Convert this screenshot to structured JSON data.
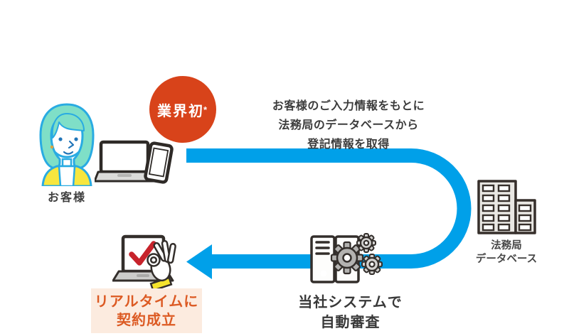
{
  "badge": {
    "label": "業界初",
    "asterisk": "*"
  },
  "customer": {
    "caption": "お客様"
  },
  "flow_note": {
    "lines": [
      "お客様のご入力情報をもとに",
      "法務局のデータベースから",
      "登記情報を取得"
    ]
  },
  "database": {
    "caption_line1": "法務局",
    "caption_line2": "データベース"
  },
  "system": {
    "caption_line1": "当社システムで",
    "caption_line2": "自動審査"
  },
  "result": {
    "caption_line1": "リアルタイムに",
    "caption_line2": "契約成立"
  },
  "colors": {
    "arrow_blue": "#00a0e9",
    "badge_red": "#d8431a",
    "accent_orange": "#dc5a23",
    "result_box_bg": "#fcebdf",
    "note_text": "#3c3c3c",
    "caption_gray": "#474747",
    "check_red": "#c7232b",
    "hair_mint": "#7fdfc7",
    "illustration_outline_blue": "#29abe2",
    "cardigan_yellow": "#f7e63e",
    "icon_outline": "#332e2b",
    "icon_fill_gray": "#e9e7e3"
  },
  "icons": [
    "customer-illustration-icon",
    "laptop-icon",
    "smartphone-icon",
    "industry-first-badge",
    "u-turn-arrow-icon",
    "building-icon",
    "server-icon",
    "gear-icon",
    "laptop-check-icon",
    "checkmark-icon",
    "ok-hand-icon"
  ]
}
